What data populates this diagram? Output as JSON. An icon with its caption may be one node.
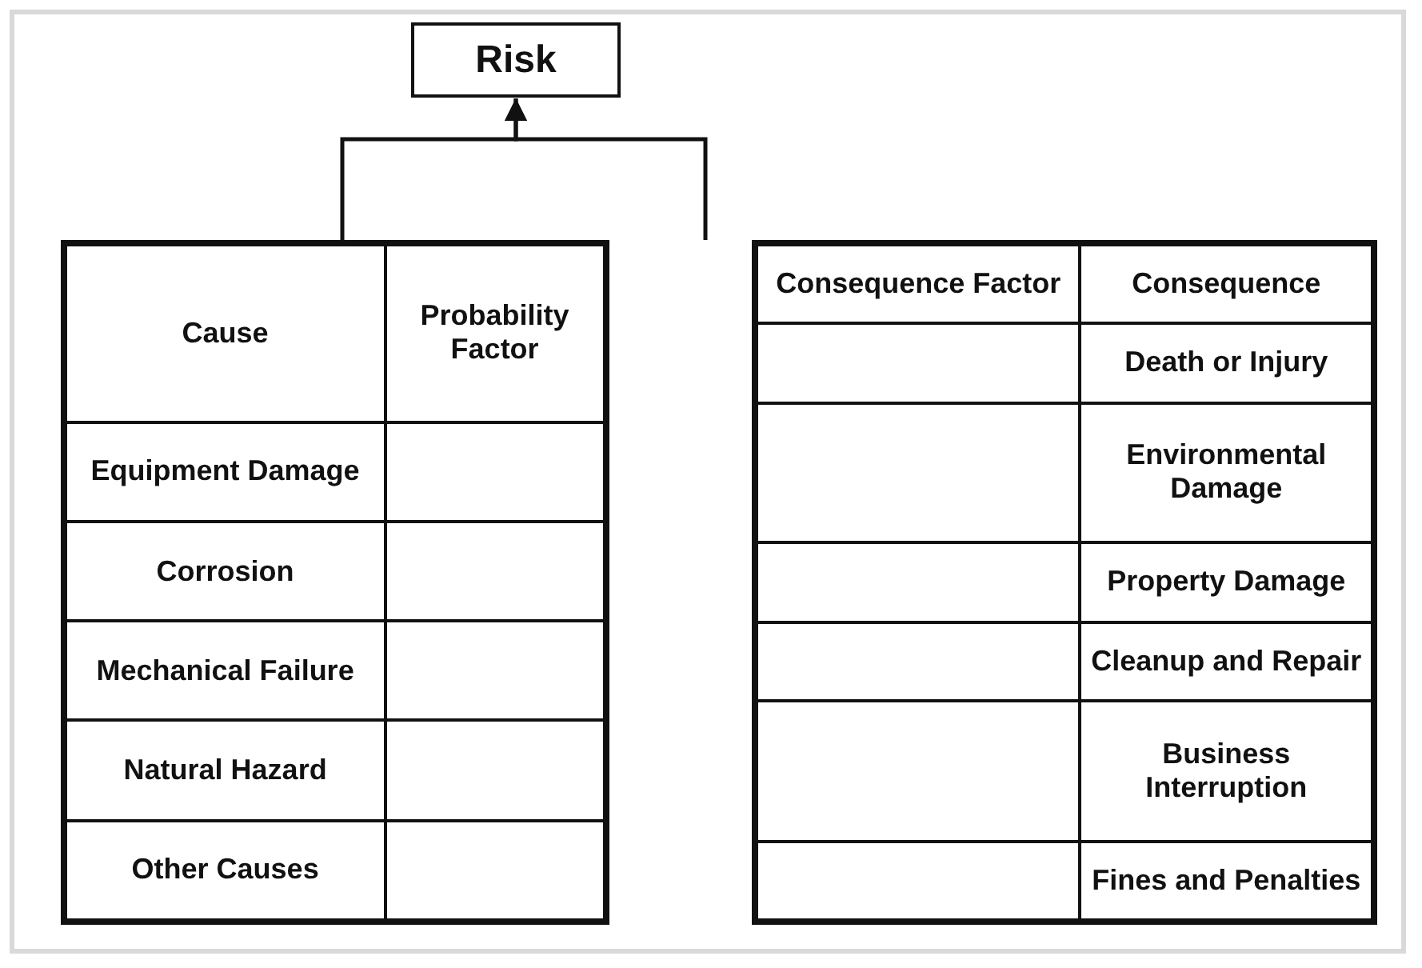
{
  "diagram": {
    "nodes": [
      {
        "text": [
          "Risk"
        ]
      },
      {
        "text": [],
        "shape": "box"
      },
      {
        "text": [],
        "shape": "box"
      }
    ],
    "edges": [
      {
        "from": 1,
        "to": 0,
        "arrow": "to"
      },
      {
        "from": 2,
        "to": 0,
        "arrow": "to"
      }
    ],
    "labels": [
      "Cause",
      "Probability Factor",
      "Equipment Damage",
      "Corrosion",
      "Mechanical Failure",
      "Natural Hazard",
      "Other Causes",
      "Consequence Factor",
      "Consequence",
      "Death or Injury",
      "Environmental Damage",
      "Property Damage",
      "Cleanup and Repair",
      "Business Interruption",
      "Fines and Penalties"
    ]
  }
}
